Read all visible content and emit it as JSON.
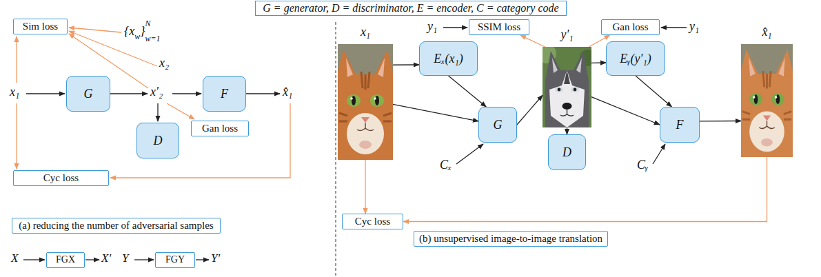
{
  "diagram": {
    "title": "G = generator, D = discriminator, E = encoder, C = category code",
    "nodes": [
      {
        "text": [
          "Sim loss"
        ]
      },
      {
        "text": [
          "G"
        ]
      },
      {
        "text": [
          "F"
        ]
      },
      {
        "text": [
          "D"
        ]
      },
      {
        "text": [
          "Gan loss"
        ]
      },
      {
        "text": [
          "Cyc loss"
        ]
      },
      {
        "text": [
          "(a) reducing the number of adversarial samples"
        ]
      },
      {
        "text": [
          "FGX"
        ]
      },
      {
        "text": [
          "FGY"
        ]
      },
      {
        "text": [
          "SSIM loss"
        ]
      },
      {
        "text": [
          "x₁"
        ]
      },
      {
        "text": [
          "Eₓ(x₁)"
        ]
      },
      {
        "text": [
          "y′₁"
        ]
      },
      {
        "text": [
          "Gan loss"
        ]
      },
      {
        "text": [
          "Eᵧ(y′₁)"
        ]
      },
      {
        "text": [
          "x̂₁"
        ]
      },
      {
        "text": [
          "G"
        ]
      },
      {
        "text": [
          "F"
        ]
      },
      {
        "text": [
          "D"
        ]
      },
      {
        "text": [
          "Cyc loss"
        ]
      },
      {
        "text": [
          "(b) unsupervised image-to-image translation"
        ]
      }
    ],
    "edges": [
      {
        "from": 10,
        "to": 11,
        "arrow": "to"
      },
      {
        "from": 10,
        "to": 16,
        "arrow": "to"
      },
      {
        "from": 11,
        "to": 16,
        "arrow": "to"
      },
      {
        "from": 16,
        "to": 12,
        "arrow": "to"
      },
      {
        "from": 12,
        "to": 18,
        "arrow": "to"
      },
      {
        "from": 12,
        "to": 9,
        "arrow": "to"
      },
      {
        "from": 12,
        "to": 13,
        "arrow": "to"
      },
      {
        "from": 12,
        "to": 14,
        "arrow": "to"
      },
      {
        "from": 12,
        "to": 17,
        "arrow": "to"
      },
      {
        "from": 14,
        "to": 17,
        "arrow": "to"
      },
      {
        "from": 17,
        "to": 15,
        "arrow": "to"
      },
      {
        "from": 10,
        "to": 19,
        "arrow": "to"
      },
      {
        "from": 15,
        "to": 19,
        "arrow": "to"
      }
    ],
    "labels": [
      "x₁",
      "x₂",
      "x′₂",
      "x̂₁",
      "{x",
      "w",
      "}",
      "N",
      "w=1",
      "X",
      "X′",
      "Y",
      "Y′",
      "y₁",
      "y₁",
      "Cₓ",
      "Cᵧ"
    ]
  }
}
